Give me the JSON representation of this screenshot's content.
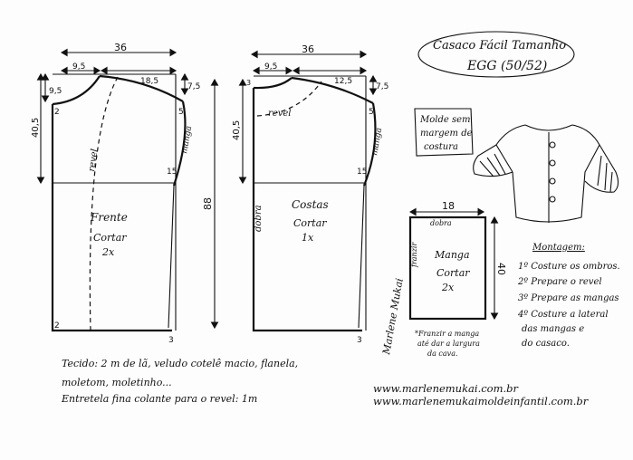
{
  "title": {
    "line1": "Casaco Fácil Tamanho",
    "line2": "EGG (50/52)"
  },
  "front": {
    "width": "36",
    "neck_width": "9,5",
    "shoulder": "18,5",
    "neck_depth": "9,5",
    "shoulder_drop": "7,5",
    "height": "40,5",
    "mark_2_top": "2",
    "mark_5": "5",
    "mark_15": "15",
    "mark_2_bottom": "2",
    "mark_3": "3",
    "facing_label": "revel",
    "sleeve_label": "manga",
    "name": "Frente",
    "cut": "Cortar",
    "qty": "2x"
  },
  "back": {
    "width": "36",
    "neck_width": "9,5",
    "shoulder": "12,5",
    "neck_depth": "3",
    "shoulder_drop": "7,5",
    "height": "40,5",
    "total_height": "88",
    "mark_5": "5",
    "mark_15": "15",
    "mark_3": "3",
    "facing_label": "revel",
    "sleeve_label": "manga",
    "fold_label": "dobra",
    "name": "Costas",
    "cut": "Cortar",
    "qty": "1x"
  },
  "sleeve": {
    "width": "18",
    "height": "40",
    "fold_label": "dobra",
    "ruffle_label": "franzir",
    "name": "Manga",
    "cut": "Cortar",
    "qty": "2x",
    "note_line1": "*Franzir a manga",
    "note_line2": "até dar a largura",
    "note_line3": "da cava."
  },
  "no_seam_note": {
    "line1": "Molde sem",
    "line2": "margem de",
    "line3": "costura"
  },
  "assembly": {
    "title": "Montagem:",
    "steps": [
      "1º Costure os ombros.",
      "2º Prepare o revel",
      "3º Prepare as mangas",
      "4º Costure a lateral",
      "das mangas e",
      "do casaco."
    ]
  },
  "fabric": {
    "line1": "Tecido: 2 m de lã, veludo cotelê macio, flanela,",
    "line2": "moletom, moletinho...",
    "line3": "Entretela fina colante para o revel: 1m"
  },
  "signature": "Marlene Mukai",
  "websites": {
    "site1": "www.marlenemukai.com.br",
    "site2": "www.marlenemukaimoldeinfantil.com.br"
  }
}
